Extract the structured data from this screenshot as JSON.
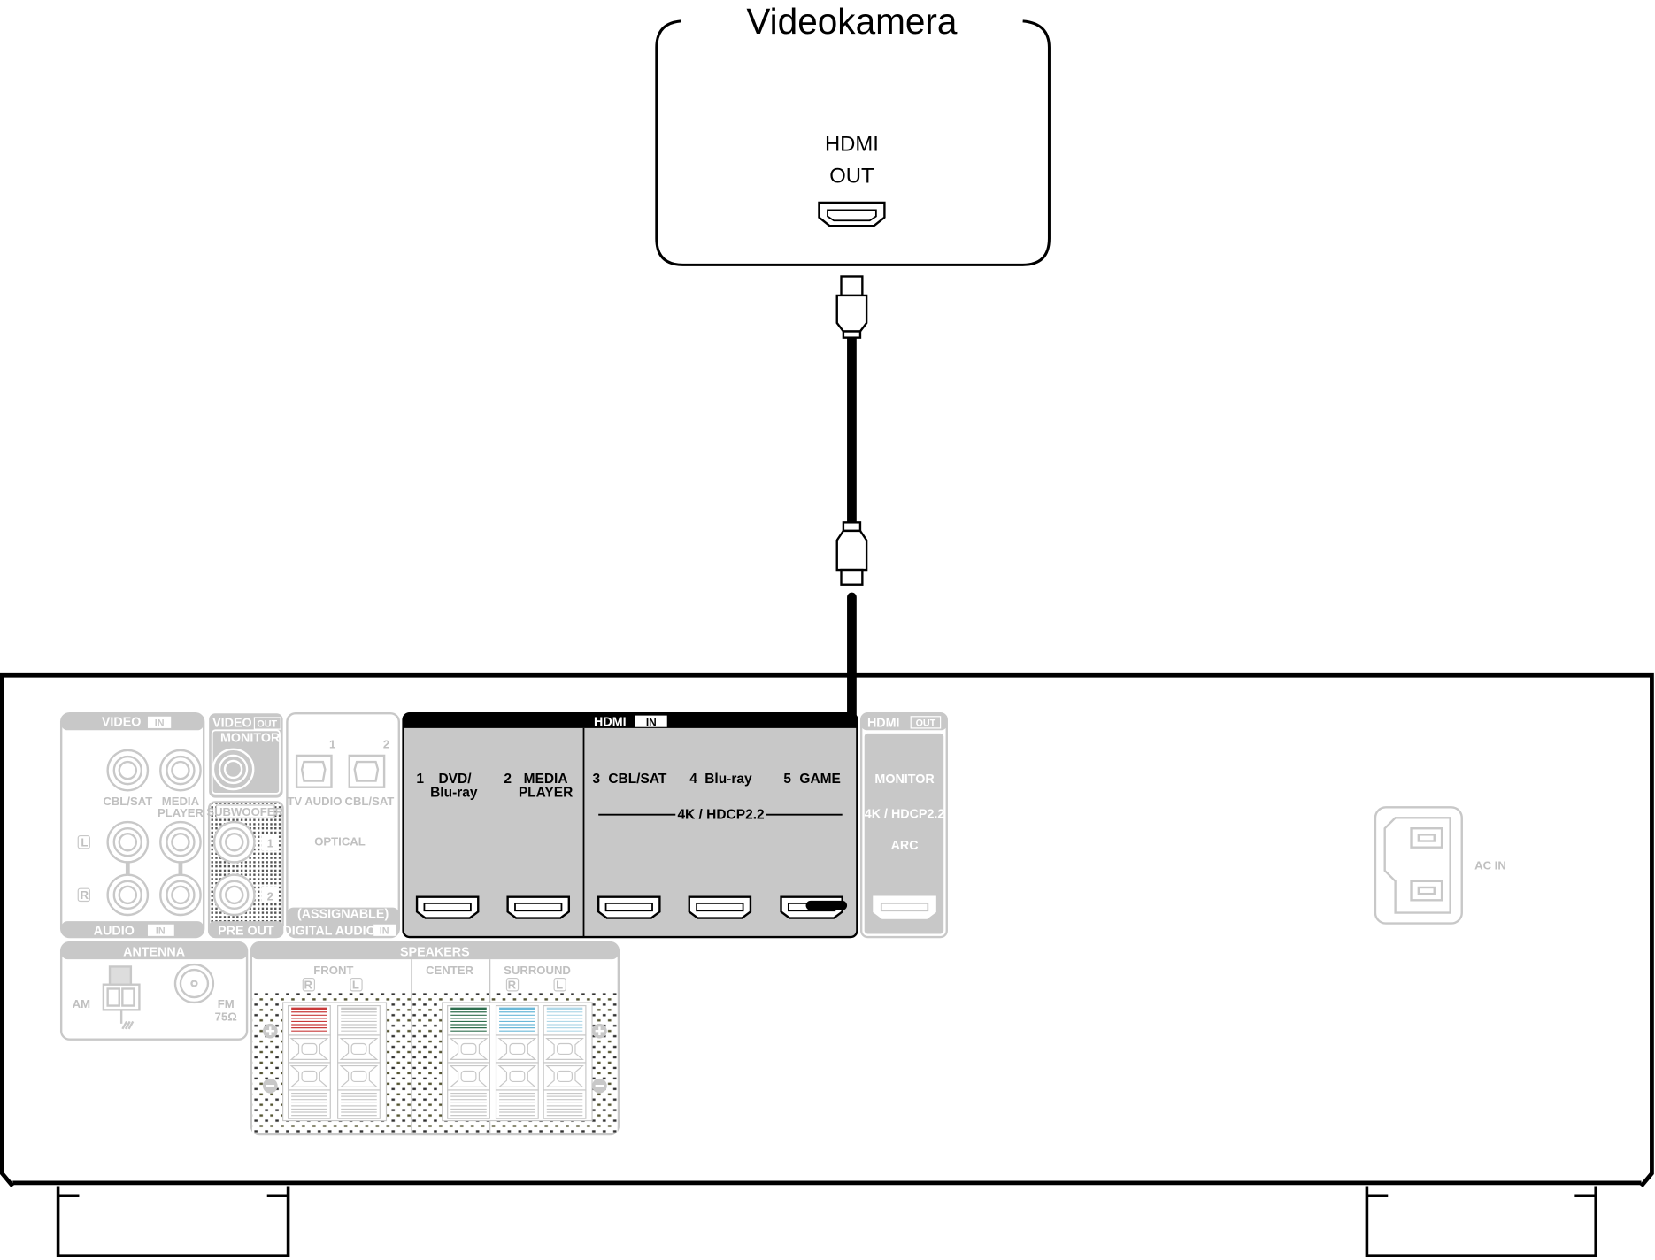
{
  "device": {
    "title": "Videokamera",
    "port_line1": "HDMI",
    "port_line2": "OUT"
  },
  "receiver": {
    "video_in": {
      "header": "VIDEO",
      "header_badge": "IN",
      "labels": [
        "CBL/SAT",
        "MEDIA",
        "PLAYER"
      ],
      "left": "L",
      "right": "R",
      "footer": "AUDIO",
      "footer_badge": "IN"
    },
    "video_out": {
      "header": "VIDEO",
      "header_badge": "OUT",
      "monitor": "MONITOR"
    },
    "pre_out": {
      "subwoofer": "SUBWOOFER",
      "num1": "1",
      "num2": "2",
      "footer": "PRE OUT"
    },
    "optical": {
      "num1": "1",
      "num2": "2",
      "label1": "TV AUDIO",
      "label2": "CBL/SAT",
      "optical": "OPTICAL",
      "assignable": "(ASSIGNABLE)",
      "footer": "DIGITAL AUDIO",
      "footer_badge": "IN"
    },
    "hdmi_in": {
      "header": "HDMI",
      "header_badge": "IN",
      "inputs": [
        {
          "num": "1",
          "line1": "DVD/",
          "line2": "Blu-ray"
        },
        {
          "num": "2",
          "line1": "MEDIA",
          "line2": "PLAYER"
        },
        {
          "num": "3",
          "line1": "CBL/SAT",
          "line2": ""
        },
        {
          "num": "4",
          "line1": "Blu-ray",
          "line2": ""
        },
        {
          "num": "5",
          "line1": "GAME",
          "line2": ""
        }
      ],
      "spec": "4K / HDCP2.2"
    },
    "hdmi_out": {
      "header": "HDMI",
      "header_badge": "OUT",
      "monitor": "MONITOR",
      "spec": "4K / HDCP2.2",
      "arc": "ARC"
    },
    "antenna": {
      "header": "ANTENNA",
      "am": "AM",
      "fm": "FM",
      "ohm": "75Ω"
    },
    "speakers": {
      "header": "SPEAKERS",
      "front": "FRONT",
      "center": "CENTER",
      "surround": "SURROUND",
      "r": "R",
      "l": "L"
    },
    "ac_in": "AC IN"
  },
  "colors": {
    "front_r": "#c83a3a",
    "center": "#2e6e4e",
    "surround_r": "#6ab8d8",
    "surround_l": "#b0d8e8",
    "panel_gray": "#c8c8c8"
  }
}
